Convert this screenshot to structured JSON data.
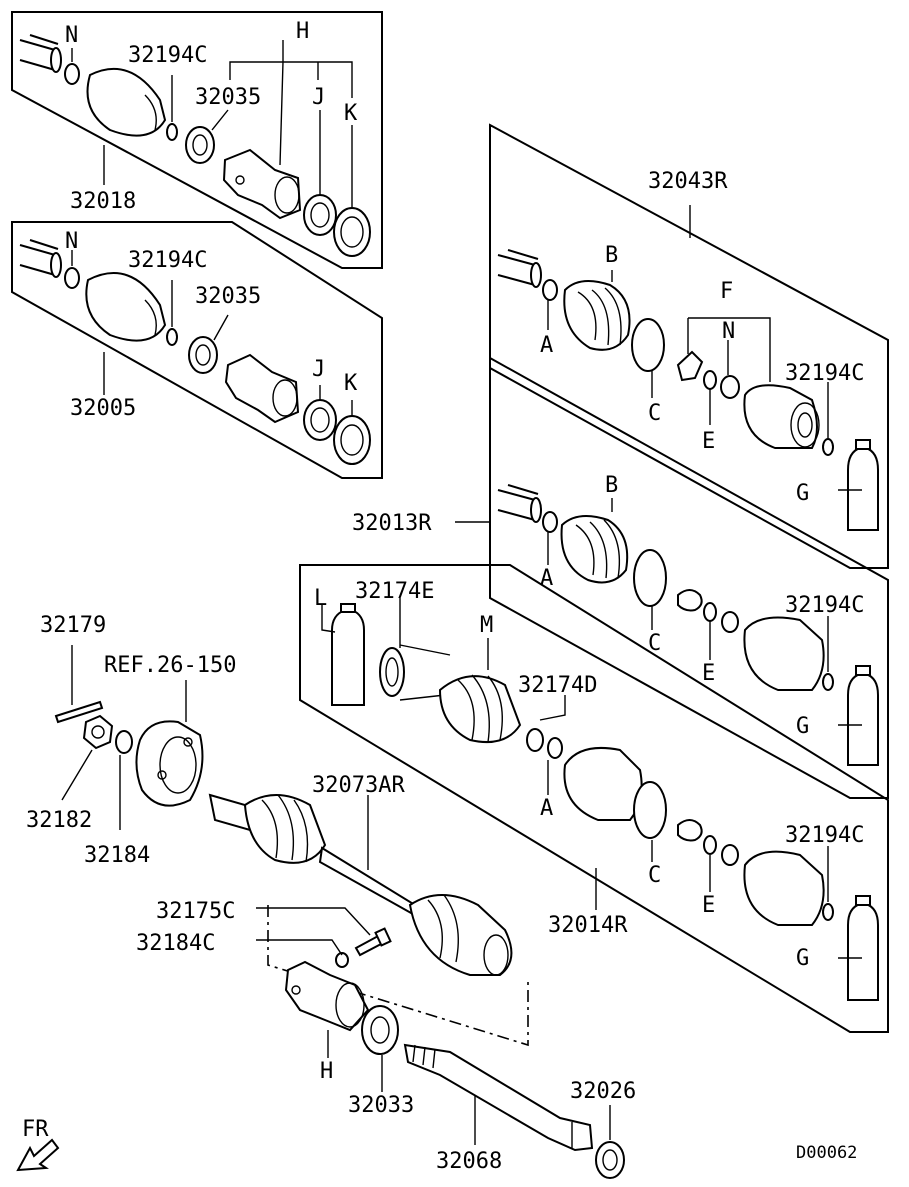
{
  "diagram_code": "D00062",
  "direction_label": "FR",
  "labels": {
    "p32018": "32018",
    "p32005": "32005",
    "p32194c_a": "32194C",
    "p32194c_b": "32194C",
    "p32194c_c": "32194C",
    "p32194c_d": "32194C",
    "p32194c_e": "32194C",
    "p32035_a": "32035",
    "p32035_b": "32035",
    "n_a": "N",
    "n_b": "N",
    "n_c": "N",
    "h_a": "H",
    "h_b": "H",
    "j_a": "J",
    "j_b": "J",
    "k_a": "K",
    "k_b": "K",
    "p32043r": "32043R",
    "p32013r": "32013R",
    "p32014r": "32014R",
    "b_a": "B",
    "b_b": "B",
    "a_a": "A",
    "a_b": "A",
    "a_c": "A",
    "c_a": "C",
    "c_b": "C",
    "c_c": "C",
    "e_a": "E",
    "e_b": "E",
    "e_c": "E",
    "f": "F",
    "g_a": "G",
    "g_b": "G",
    "g_c": "G",
    "l": "L",
    "m": "M",
    "p32174e": "32174E",
    "p32174d": "32174D",
    "p32179": "32179",
    "ref": "REF.26-150",
    "p32182": "32182",
    "p32184": "32184",
    "p32073ar": "32073AR",
    "p32175c": "32175C",
    "p32184c": "32184C",
    "p32033": "32033",
    "p32068": "32068",
    "p32026": "32026"
  }
}
